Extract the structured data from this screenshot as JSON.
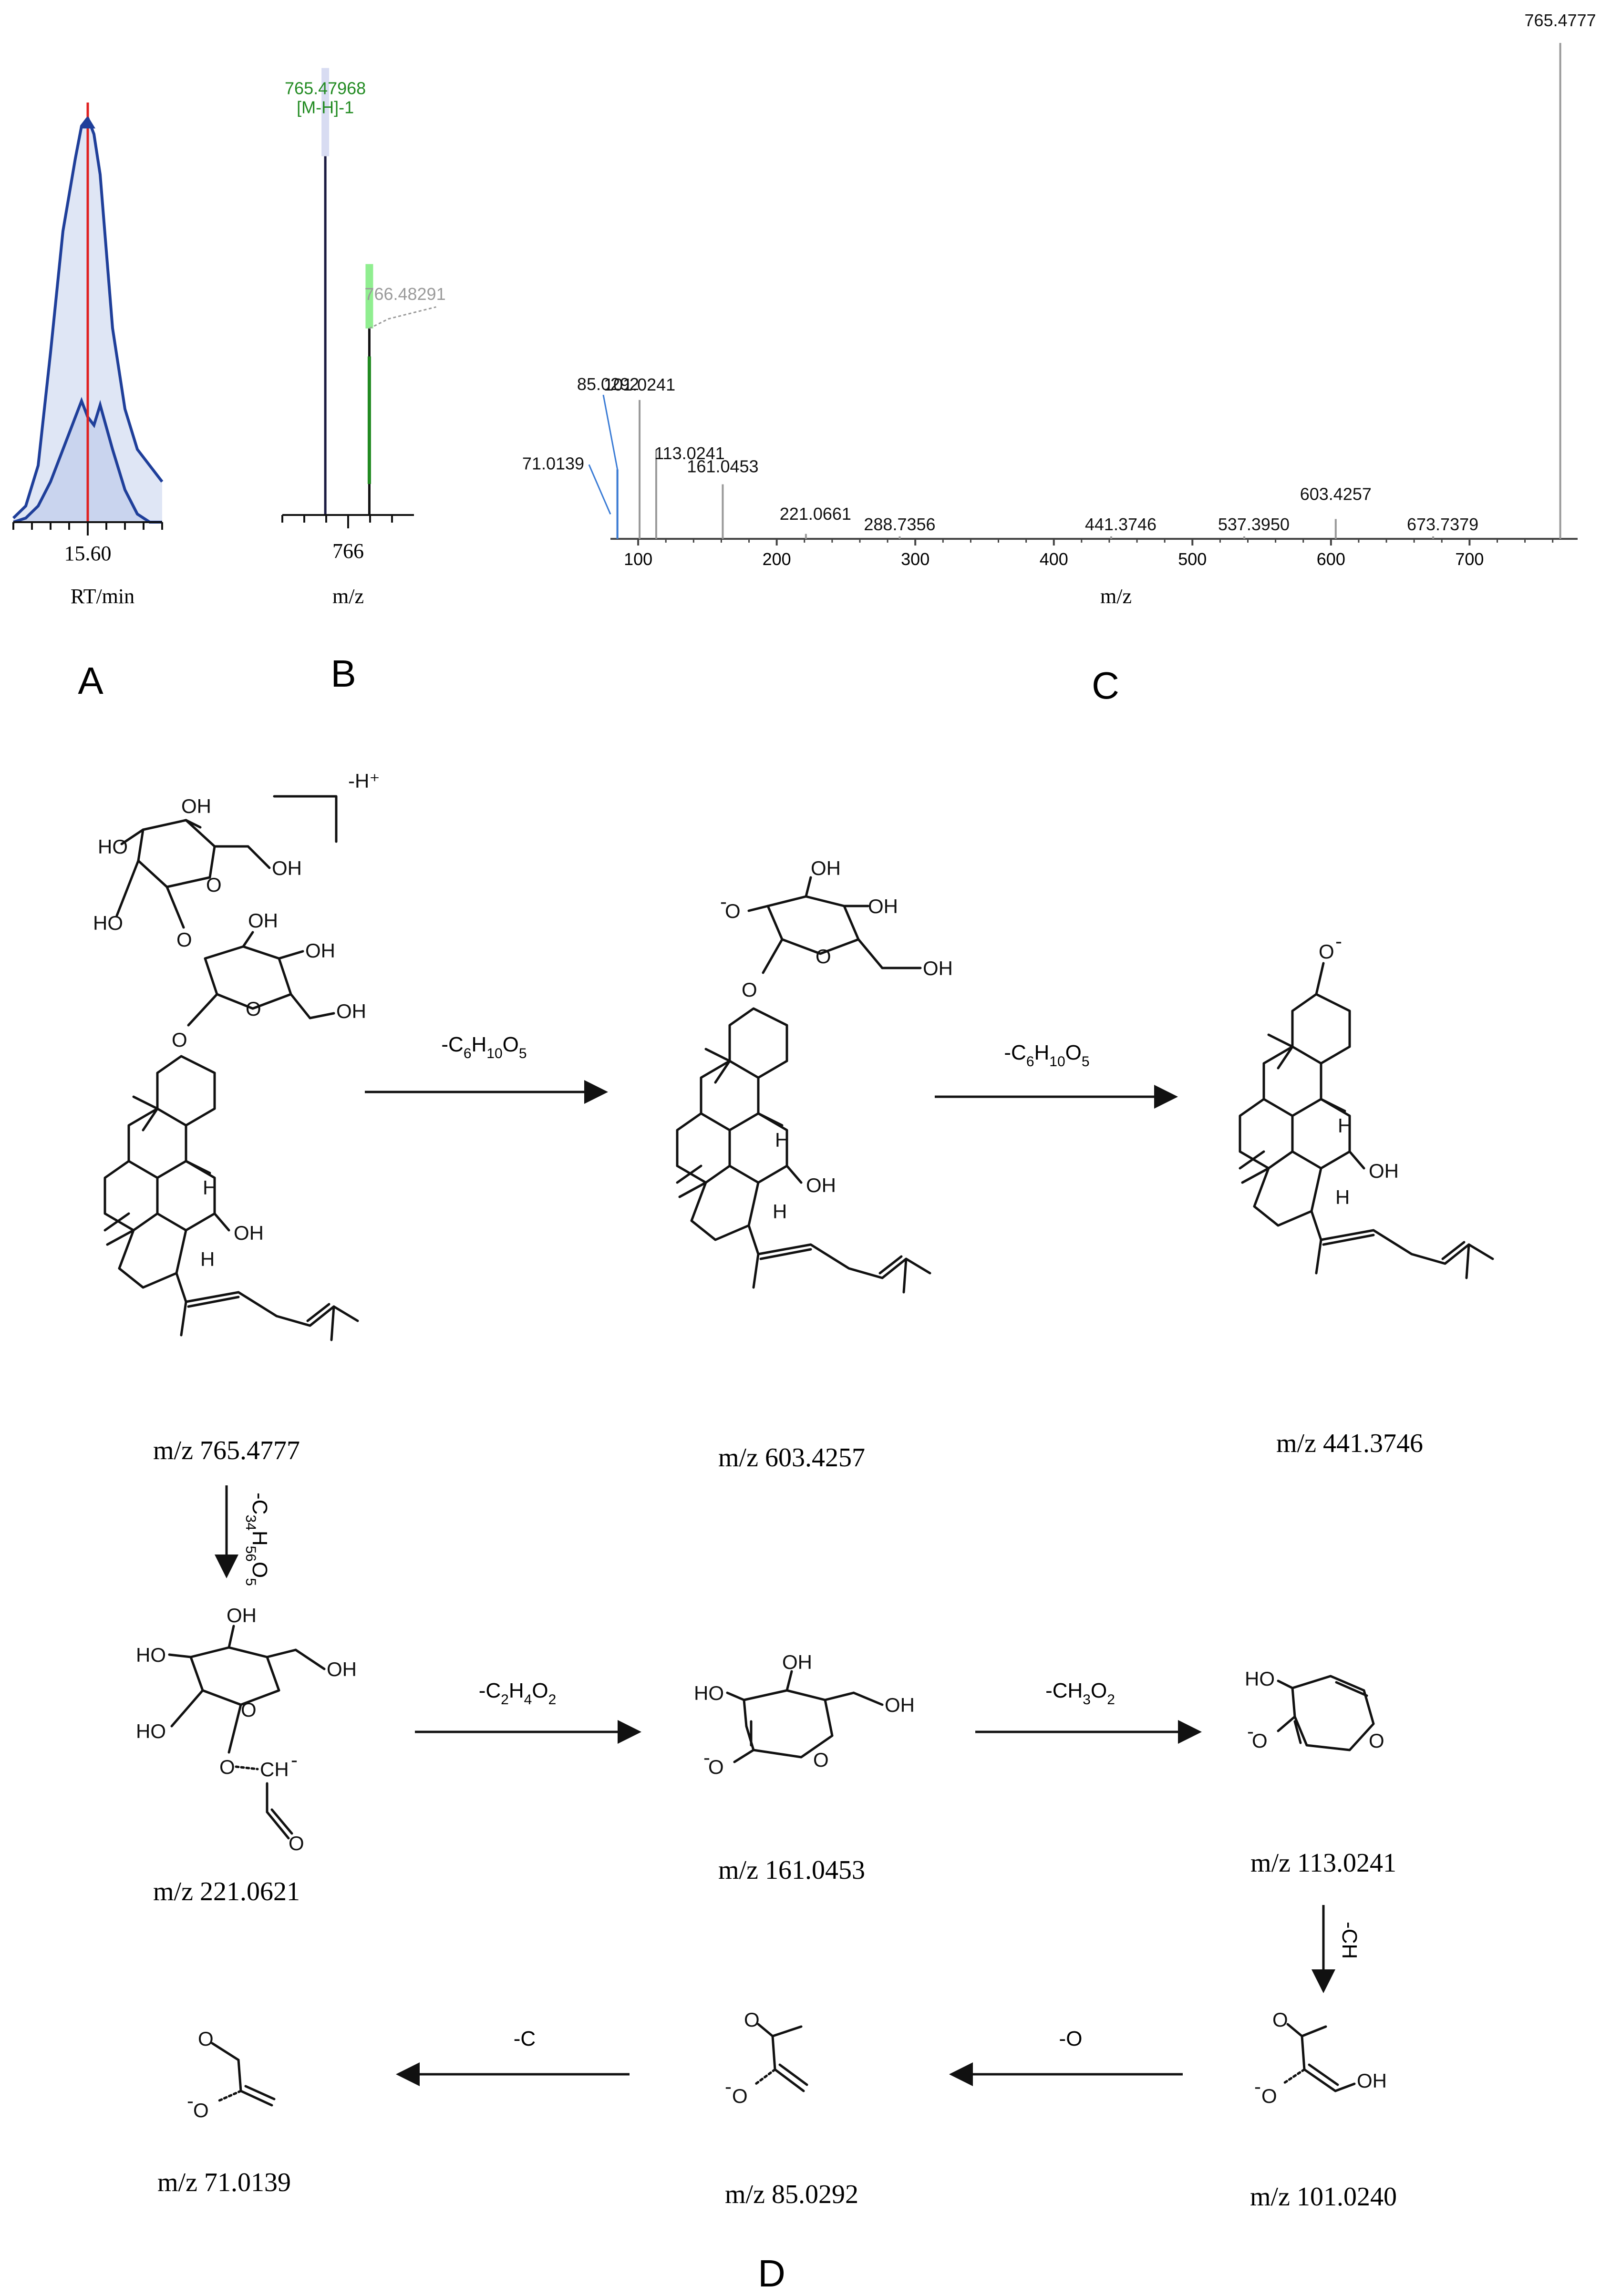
{
  "panels": {
    "A": {
      "label": "A",
      "xtick": "15.60",
      "xlabel": "RT/min"
    },
    "B": {
      "label": "B",
      "xtick": "766",
      "xlabel": "m/z",
      "peak1_mz": "765.47968",
      "peak1_ion": "[M-H]-1",
      "peak2_mz": "766.48291"
    },
    "C": {
      "label": "C",
      "xlabel": "m/z",
      "top_peak": "765.4777"
    },
    "D": {
      "label": "D",
      "losses": {
        "l1": "-C6H10O5",
        "l2": "-C6H10O5",
        "l3": "-C34H56O5",
        "l4": "-C2H4O2",
        "l5": "-CH3O2",
        "l6": "-CH",
        "l7": "-O",
        "l8": "-C"
      },
      "adduct": "-H⁺",
      "compounds": {
        "c765": "m/z 765.4777",
        "c603": "m/z 603.4257",
        "c441": "m/z 441.3746",
        "c221": "m/z 221.0621",
        "c161": "m/z 161.0453",
        "c113": "m/z 113.0241",
        "c101": "m/z 101.0240",
        "c85": "m/z 85.0292",
        "c71": "m/z 71.0139"
      }
    }
  },
  "colors": {
    "chromatogram_line": "#1f3f9a",
    "chromatogram_fill": "#dfe6f5",
    "rt_marker": "#e02020",
    "peak_label_green": "#228b22",
    "peak_highlight_green": "#90ee90",
    "peak_highlight_lavender": "#d8dcf2",
    "spectrum_bar": "#999999",
    "annotation_blue": "#3a7bd5",
    "grey_label": "#9a9a9a"
  },
  "chart_data": [
    {
      "type": "area",
      "panel": "A",
      "title": "",
      "xlabel": "RT/min",
      "ylabel": "",
      "ticks": [
        "15.60"
      ],
      "x": [
        15.36,
        15.4,
        15.44,
        15.48,
        15.52,
        15.56,
        15.58,
        15.6,
        15.62,
        15.64,
        15.68,
        15.72,
        15.76,
        15.8,
        15.84
      ],
      "series": [
        {
          "values": [
            1,
            4,
            14,
            42,
            72,
            90,
            98,
            100,
            96,
            86,
            48,
            28,
            18,
            14,
            10
          ]
        },
        {
          "values": [
            0,
            1,
            4,
            10,
            18,
            26,
            30,
            26,
            24,
            29,
            18,
            8,
            2,
            0,
            0
          ]
        }
      ],
      "marker_x": 15.6,
      "xlim": [
        15.36,
        15.84
      ],
      "ylim": [
        0,
        105
      ]
    },
    {
      "type": "bar",
      "panel": "B",
      "title": "",
      "xlabel": "m/z",
      "ylabel": "",
      "ticks": [
        "766"
      ],
      "peaks": [
        {
          "mz": 765.47968,
          "label": "765.47968",
          "sublabel": "[M-H]-1",
          "rel": 100
        },
        {
          "mz": 766.48291,
          "label": "766.48291",
          "rel": 52
        }
      ],
      "xlim": [
        764.5,
        767.5
      ],
      "ylim": [
        0,
        105
      ]
    },
    {
      "type": "bar",
      "panel": "C",
      "title": "",
      "xlabel": "m/z",
      "ylabel": "",
      "ticks": [
        "100",
        "200",
        "300",
        "400",
        "500",
        "600",
        "700"
      ],
      "xlim": [
        80,
        778
      ],
      "ylim": [
        0,
        100
      ],
      "peaks": [
        {
          "mz": 71.0139,
          "rel": 4,
          "label": "71.0139"
        },
        {
          "mz": 85.0292,
          "rel": 14,
          "label": "85.0292"
        },
        {
          "mz": 101.0241,
          "rel": 28,
          "label": "101.0241"
        },
        {
          "mz": 113.0241,
          "rel": 18,
          "label": "113.0241"
        },
        {
          "mz": 161.0453,
          "rel": 11,
          "label": "161.0453"
        },
        {
          "mz": 221.0661,
          "rel": 1,
          "label": "221.0661"
        },
        {
          "mz": 288.7356,
          "rel": 0.5,
          "label": "288.7356"
        },
        {
          "mz": 441.3746,
          "rel": 0.5,
          "label": "441.3746"
        },
        {
          "mz": 537.395,
          "rel": 0.5,
          "label": "537.3950"
        },
        {
          "mz": 603.4257,
          "rel": 4,
          "label": "603.4257"
        },
        {
          "mz": 673.7379,
          "rel": 0.5,
          "label": "673.7379"
        },
        {
          "mz": 765.4777,
          "rel": 100,
          "label": "765.4777"
        }
      ]
    }
  ]
}
